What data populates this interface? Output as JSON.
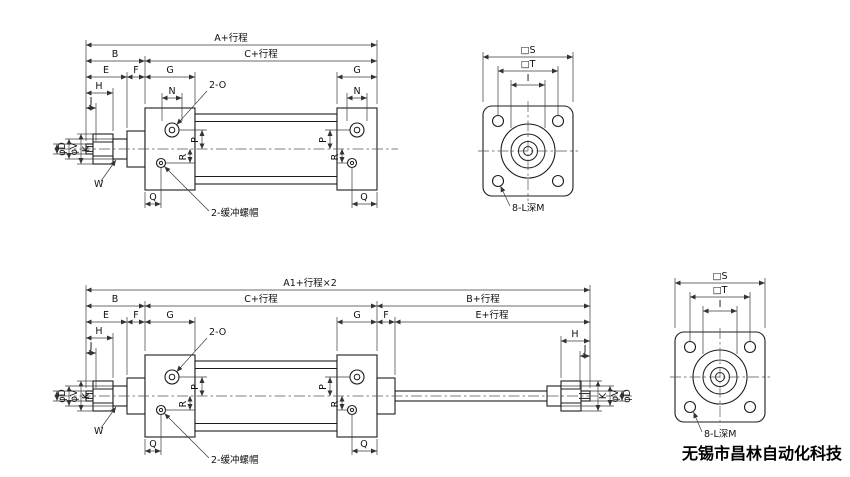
{
  "company": "无锡市昌林自动化科技",
  "labels": {
    "a_plus_stroke": "A+行程",
    "a1_plus_stroke_x2": "A1+行程×2",
    "b": "B",
    "b_plus_stroke": "B+行程",
    "c_plus_stroke": "C+行程",
    "e": "E",
    "e_plus_stroke": "E+行程",
    "f": "F",
    "g": "G",
    "h": "H",
    "i": "I",
    "j": "J",
    "k": "K",
    "n": "N",
    "p": "P",
    "q": "Q",
    "r": "R",
    "w": "W",
    "s_square": "□S",
    "t_square": "□T",
    "phi_d": "φD",
    "phi_v": "φV",
    "ports": "2-O",
    "cushion_nuts": "2-缓冲螺帽",
    "mount_holes": "8-L深M"
  }
}
